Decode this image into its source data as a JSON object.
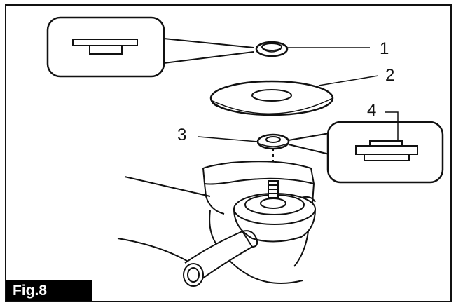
{
  "figure": {
    "label": "Fig.8",
    "callouts": [
      {
        "number": "1"
      },
      {
        "number": "2"
      },
      {
        "number": "3"
      },
      {
        "number": "4"
      }
    ],
    "colors": {
      "ink": "#111111",
      "background": "#ffffff",
      "label_background": "#000000",
      "label_text": "#ffffff"
    }
  }
}
